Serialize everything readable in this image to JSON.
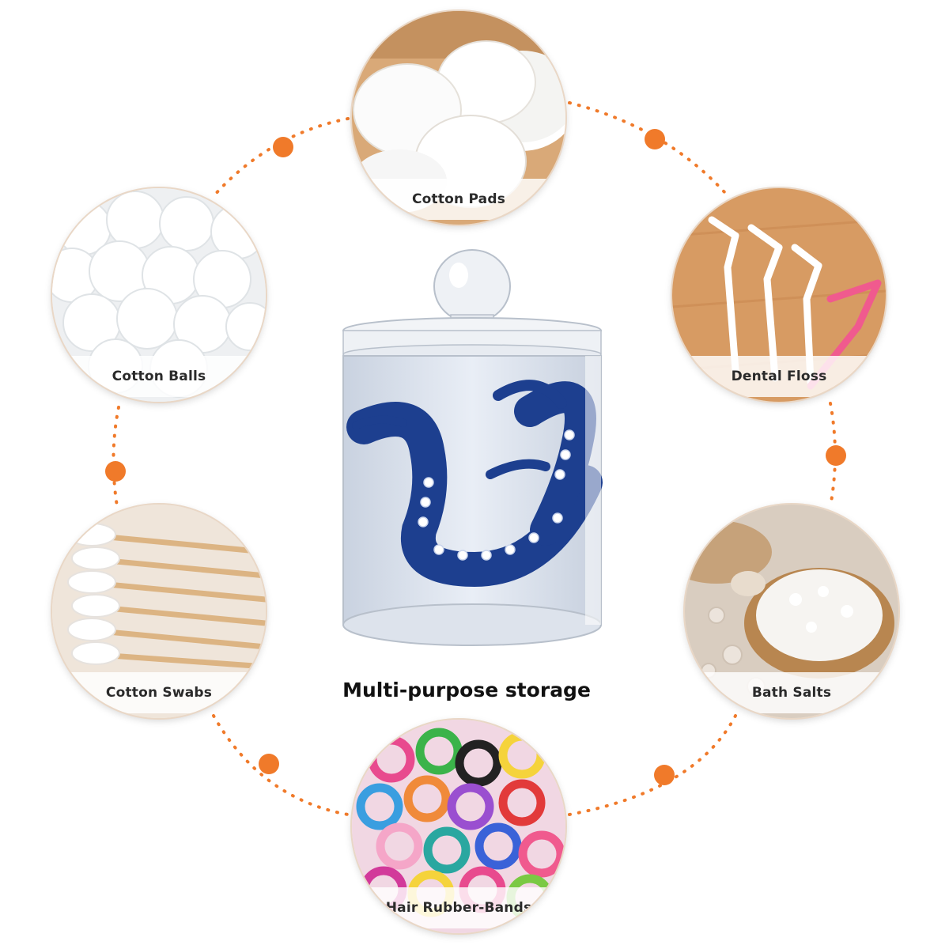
{
  "center": {
    "caption": "Multi-purpose storage",
    "image": "acrylic-jar-octopus-tentacle"
  },
  "items": [
    {
      "id": "cotton-pads",
      "label": "Cotton Pads",
      "image": "cotton-pads-photo"
    },
    {
      "id": "dental-floss",
      "label": "Dental Floss",
      "image": "floss-picks-photo"
    },
    {
      "id": "bath-salts",
      "label": "Bath Salts",
      "image": "bath-salt-spoon-photo"
    },
    {
      "id": "hair-rubber-bands",
      "label": "Hair Rubber-Bands",
      "image": "hair-ties-photo"
    },
    {
      "id": "cotton-swabs",
      "label": "Cotton Swabs",
      "image": "cotton-swabs-photo"
    },
    {
      "id": "cotton-balls",
      "label": "Cotton Balls",
      "image": "cotton-balls-photo"
    }
  ],
  "colors": {
    "connector": "#f07a2a",
    "label_band": "#ffffff",
    "tentacle": "#1d3f8f",
    "jar_tint": "#dfe6f2"
  }
}
